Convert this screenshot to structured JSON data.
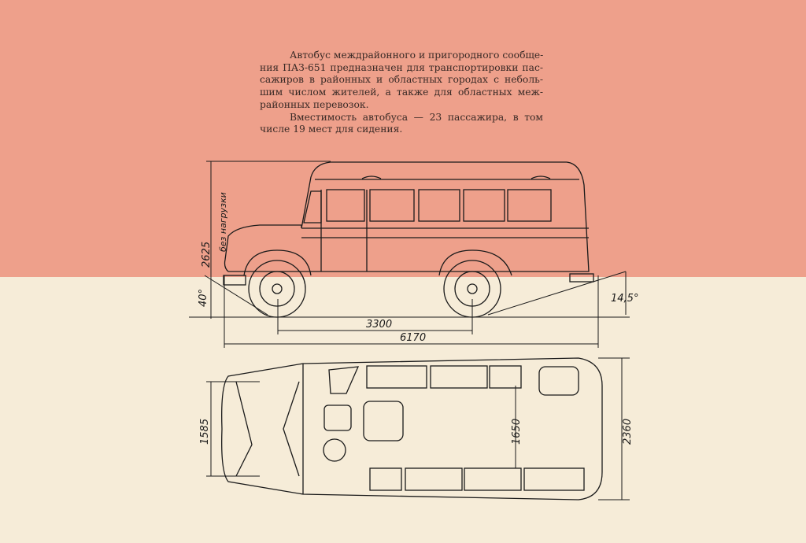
{
  "description_lines": [
    "Автобус междрайонного и пригородного сообще-",
    "ния ПАЗ-651 предназначен для транспортировки пас-",
    "сажиров в районных и областных городах с неболь-",
    "шим числом жителей, а также для областных меж-",
    "районных перевозок."
  ],
  "capacity_lines": [
    "Вместимость автобуса — 23 пассажира, в том",
    "числе 19 мест для сидения."
  ],
  "dimensions": {
    "height": "2625",
    "height_note": "без нагрузки",
    "approach_angle": "40°",
    "departure_angle": "14,5°",
    "wheelbase": "3300",
    "length": "6170",
    "front_track": "1585",
    "rear_track": "1650",
    "width": "2360"
  },
  "colors": {
    "top_band": "#eea08b",
    "paper": "#f6ecd8"
  }
}
